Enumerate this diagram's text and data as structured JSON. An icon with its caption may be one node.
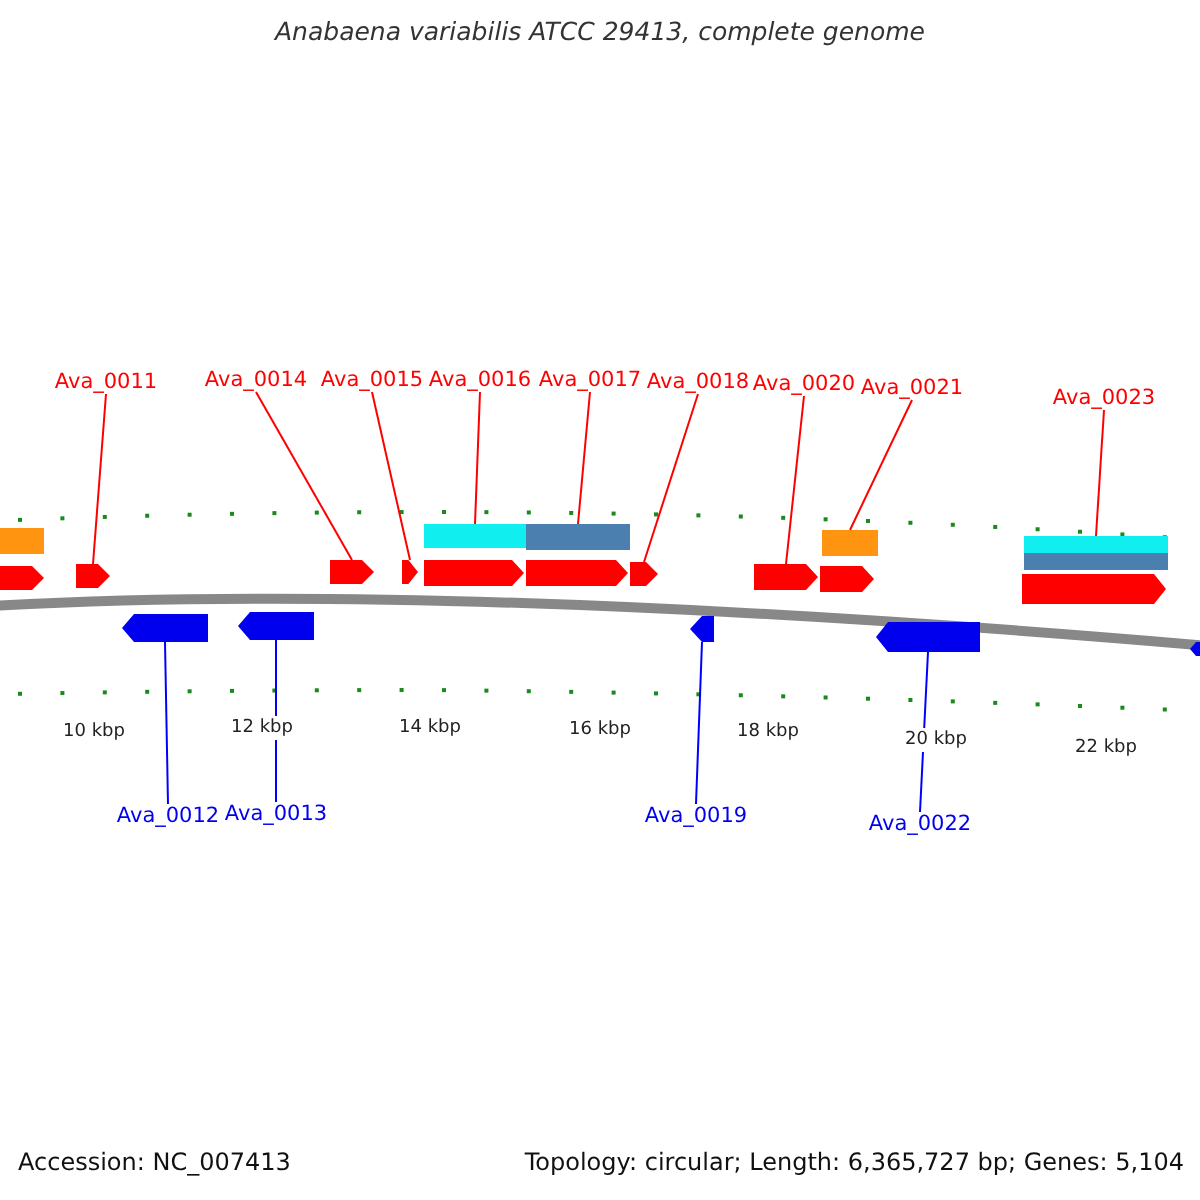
{
  "diagram": {
    "title": "Anabaena variabilis ATCC 29413, complete genome",
    "nodes": [
      {
        "text": [
          "Ava_0011"
        ]
      },
      {
        "text": [
          "Ava_0014"
        ]
      },
      {
        "text": [
          "Ava_0015"
        ]
      },
      {
        "text": [
          "Ava_0016"
        ]
      },
      {
        "text": [
          "Ava_0017"
        ]
      },
      {
        "text": [
          "Ava_0018"
        ]
      },
      {
        "text": [
          "Ava_0020"
        ]
      },
      {
        "text": [
          "Ava_0021"
        ]
      },
      {
        "text": [
          "Ava_0023"
        ]
      },
      {
        "text": [
          "Ava_0012"
        ]
      },
      {
        "text": [
          "Ava_0013"
        ]
      },
      {
        "text": [
          "Ava_0019"
        ]
      },
      {
        "text": [
          "Ava_0022"
        ]
      },
      {
        "text": [],
        "shape": "pentagon"
      },
      {
        "text": [],
        "shape": "pentagon"
      },
      {
        "text": [],
        "shape": "pentagon"
      },
      {
        "text": [],
        "shape": "bar"
      },
      {
        "text": [],
        "shape": "bar"
      },
      {
        "text": [],
        "shape": "pentagon"
      },
      {
        "text": [],
        "shape": "pentagon"
      },
      {
        "text": [],
        "shape": "bar"
      },
      {
        "text": [],
        "shape": "bar"
      },
      {
        "text": [],
        "shape": "pentagon"
      },
      {
        "text": [],
        "shape": "pentagon"
      },
      {
        "text": [],
        "shape": "pentagon"
      },
      {
        "text": [],
        "shape": "pentagon"
      },
      {
        "text": [],
        "shape": "bar"
      },
      {
        "text": [],
        "shape": "pentagon"
      },
      {
        "text": [],
        "shape": "pentagon"
      },
      {
        "text": [],
        "shape": "pentagon"
      },
      {
        "text": [],
        "shape": "pentagon"
      },
      {
        "text": [],
        "shape": "pentagon"
      },
      {
        "text": [],
        "shape": "pentagon"
      }
    ],
    "edges": [
      {
        "from": 0,
        "to": 13,
        "arrow": "none"
      },
      {
        "from": 1,
        "to": 14,
        "arrow": "none"
      },
      {
        "from": 2,
        "to": 15,
        "arrow": "none"
      },
      {
        "from": 3,
        "to": 16,
        "arrow": "none"
      },
      {
        "from": 4,
        "to": 17,
        "arrow": "none"
      },
      {
        "from": 5,
        "to": 18,
        "arrow": "none"
      },
      {
        "from": 6,
        "to": 19,
        "arrow": "none"
      },
      {
        "from": 7,
        "to": 20,
        "arrow": "none"
      },
      {
        "from": 8,
        "to": 21,
        "arrow": "none"
      },
      {
        "from": 9,
        "to": 22,
        "arrow": "none",
        "color": "#0000ff"
      },
      {
        "from": 10,
        "to": 23,
        "arrow": "none",
        "color": "#0000ff"
      },
      {
        "from": 11,
        "to": 24,
        "arrow": "none",
        "color": "#0000ff"
      },
      {
        "from": 12,
        "to": 25,
        "arrow": "none",
        "color": "#0000ff"
      }
    ],
    "labels": [
      "10 kbp",
      "12 kbp",
      "14 kbp",
      "16 kbp",
      "18 kbp",
      "20 kbp",
      "22 kbp",
      "Accession: NC_007413",
      "Topology: circular; Length: 6,365,727 bp; Genes: 5,104"
    ]
  }
}
